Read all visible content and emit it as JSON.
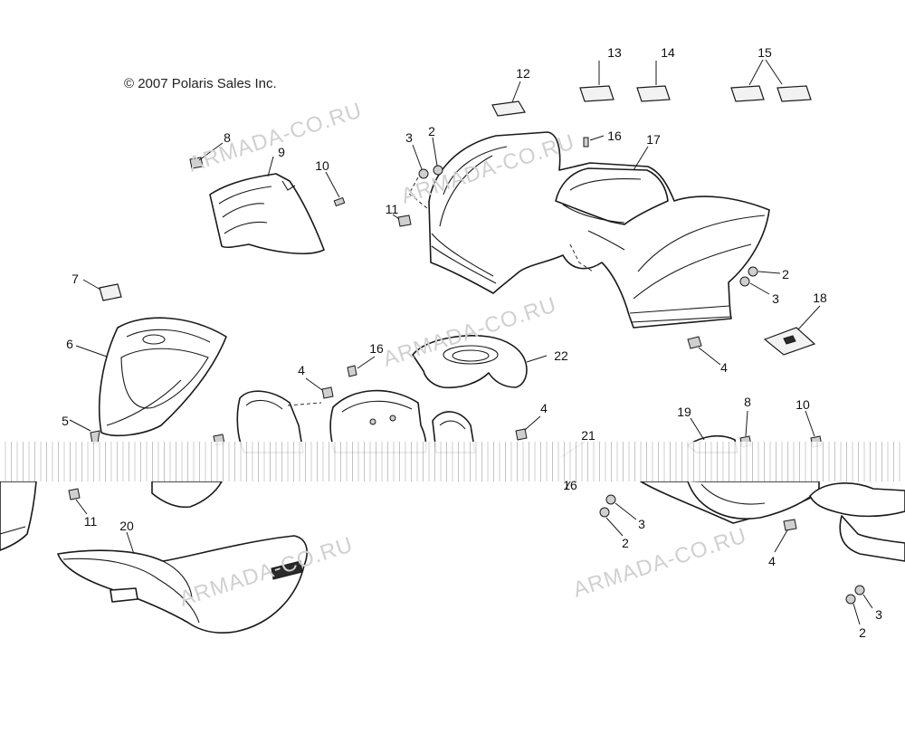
{
  "copyright": "© 2007 Polaris Sales Inc.",
  "watermark": "ARMADA-CO.RU",
  "callouts": [
    {
      "id": "c13",
      "text": "13"
    },
    {
      "id": "c14",
      "text": "14"
    },
    {
      "id": "c15",
      "text": "15"
    },
    {
      "id": "c12",
      "text": "12"
    },
    {
      "id": "c16a",
      "text": "16"
    },
    {
      "id": "c17",
      "text": "17"
    },
    {
      "id": "c3a",
      "text": "3"
    },
    {
      "id": "c2a",
      "text": "2"
    },
    {
      "id": "c8a",
      "text": "8"
    },
    {
      "id": "c9",
      "text": "9"
    },
    {
      "id": "c10a",
      "text": "10"
    },
    {
      "id": "c11a",
      "text": "11"
    },
    {
      "id": "c2b",
      "text": "2"
    },
    {
      "id": "c3b",
      "text": "3"
    },
    {
      "id": "c18",
      "text": "18"
    },
    {
      "id": "c7",
      "text": "7"
    },
    {
      "id": "c6",
      "text": "6"
    },
    {
      "id": "c4a",
      "text": "4"
    },
    {
      "id": "c16b",
      "text": "16"
    },
    {
      "id": "c4b",
      "text": "4"
    },
    {
      "id": "c22",
      "text": "22"
    },
    {
      "id": "c5",
      "text": "5"
    },
    {
      "id": "c4c",
      "text": "4"
    },
    {
      "id": "c21",
      "text": "21"
    },
    {
      "id": "c19",
      "text": "19"
    },
    {
      "id": "c8b",
      "text": "8"
    },
    {
      "id": "c10b",
      "text": "10"
    },
    {
      "id": "c16c",
      "text": "16"
    },
    {
      "id": "c11b",
      "text": "11"
    },
    {
      "id": "c3c",
      "text": "3"
    },
    {
      "id": "c2c",
      "text": "2"
    },
    {
      "id": "c20",
      "text": "20"
    },
    {
      "id": "c4d",
      "text": "4"
    },
    {
      "id": "c3d",
      "text": "3"
    },
    {
      "id": "c2d",
      "text": "2"
    }
  ]
}
